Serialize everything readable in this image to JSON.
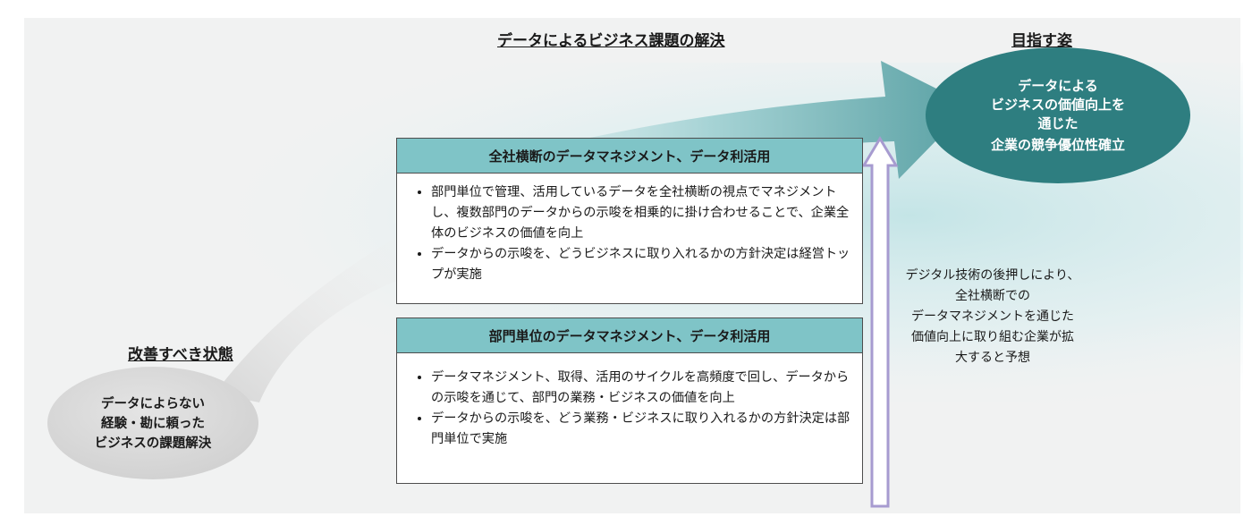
{
  "header": {
    "main_title": "データによるビジネス課題の解決",
    "target_title": "目指す姿",
    "current_title": "改善すべき状態"
  },
  "target_ellipse": {
    "lines": [
      "データによる",
      "ビジネスの価値向上を",
      "通じた",
      "企業の競争優位性確立"
    ]
  },
  "current_ellipse": {
    "lines": [
      "データによらない",
      "経験・勘に頼った",
      "ビジネスの課題解決"
    ]
  },
  "company_box": {
    "title": "全社横断のデータマネジメント、データ利活用",
    "bullets": [
      "部門単位で管理、活用しているデータを全社横断の視点でマネジメントし、複数部門のデータからの示唆を相乗的に掛け合わせることで、企業全体のビジネスの価値を向上",
      "データからの示唆を、どうビジネスに取り入れるかの方針決定は経営トップが実施"
    ]
  },
  "dept_box": {
    "title": "部門単位のデータマネジメント、データ利活用",
    "bullets": [
      "データマネジメント、取得、活用のサイクルを高頻度で回し、データからの示唆を通じて、部門の業務・ビジネスの価値を向上",
      "データからの示唆を、どう業務・ビジネスに取り入れるかの方針決定は部門単位で実施"
    ]
  },
  "forecast_note": {
    "lines": [
      "デジタル技術の後押しにより、",
      "全社横断での",
      "データマネジメントを通じた",
      "価値向上に取り組む企業が拡",
      "大すると予想"
    ]
  },
  "colors": {
    "teal_dark": "#2e7e80",
    "teal_light": "#7fc4c7",
    "arrow_border": "#a79bd0",
    "gray_ellipse": "#d9d9d9"
  }
}
